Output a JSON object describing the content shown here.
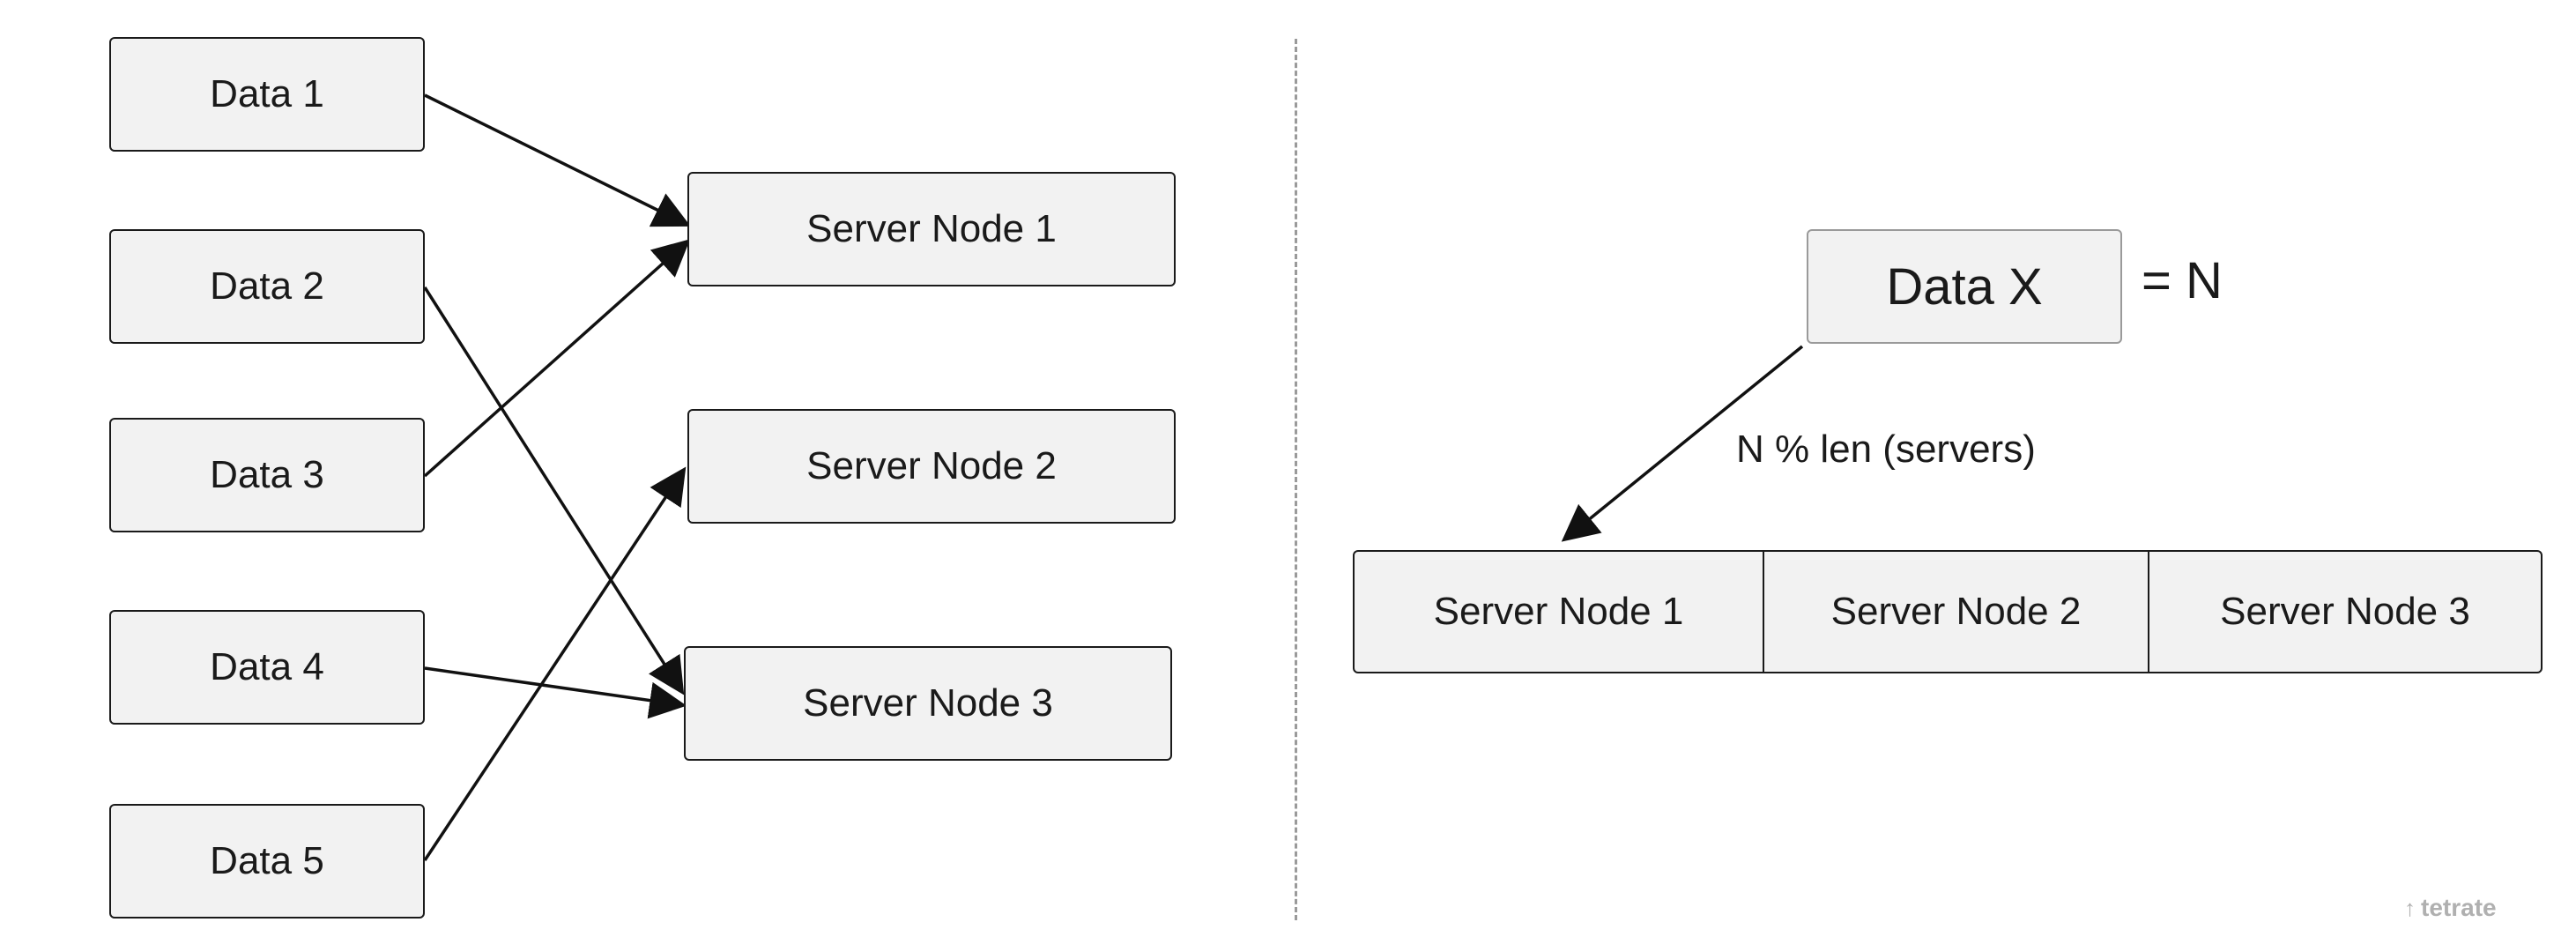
{
  "left": {
    "data_items": [
      "Data 1",
      "Data 2",
      "Data 3",
      "Data 4",
      "Data 5"
    ],
    "server_nodes": [
      "Server Node 1",
      "Server Node 2",
      "Server Node 3"
    ]
  },
  "right": {
    "data_x": "Data X",
    "equals_label": "= N",
    "formula": "N % len (servers)",
    "server_nodes": [
      "Server Node 1",
      "Server Node 2",
      "Server Node 3"
    ]
  },
  "logo": {
    "icon": "up-arrow-icon",
    "text": "tetrate"
  }
}
